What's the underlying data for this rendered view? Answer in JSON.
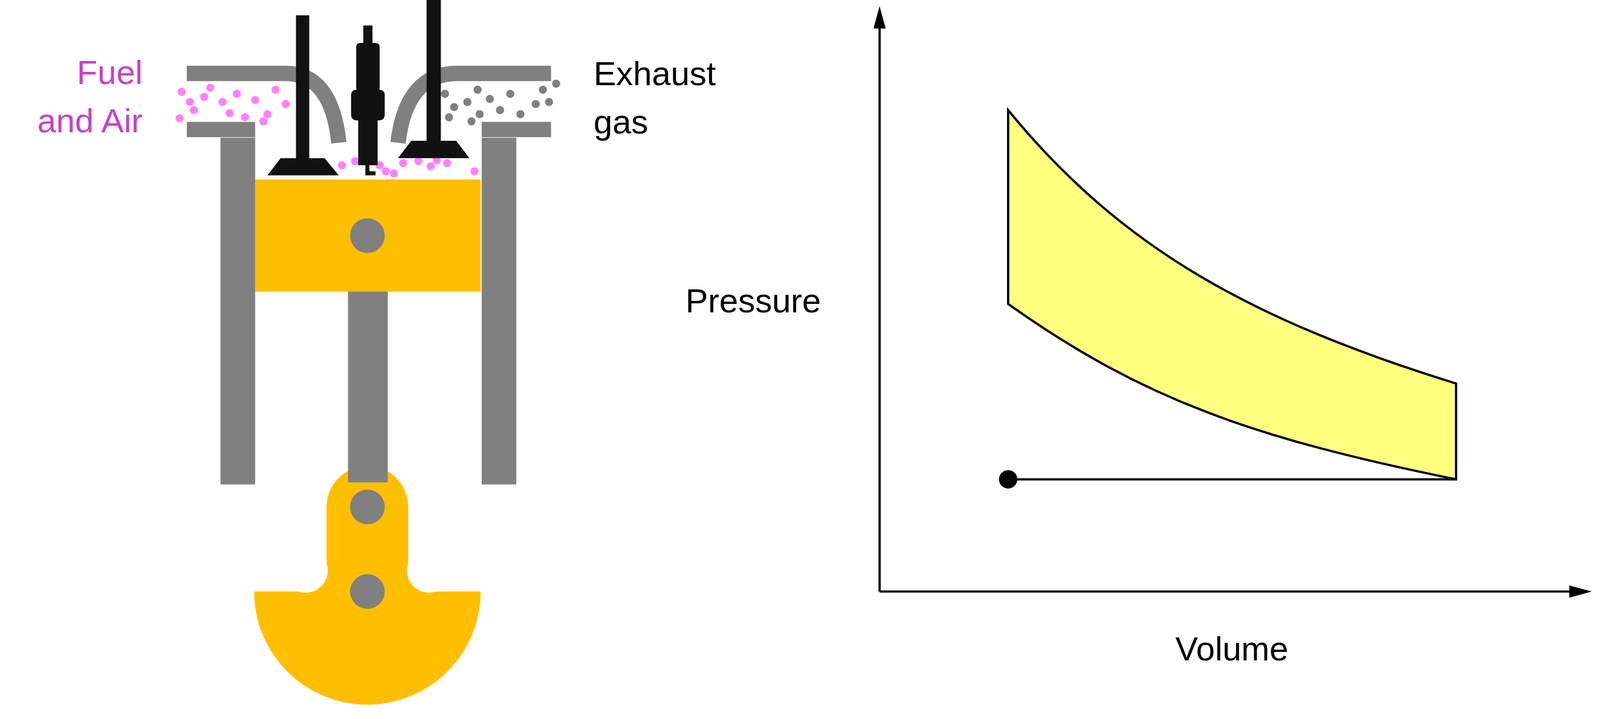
{
  "diagram": {
    "labels": [
      "Fuel and Air",
      "Exhaust gas",
      "Pressure",
      "Volume"
    ]
  }
}
